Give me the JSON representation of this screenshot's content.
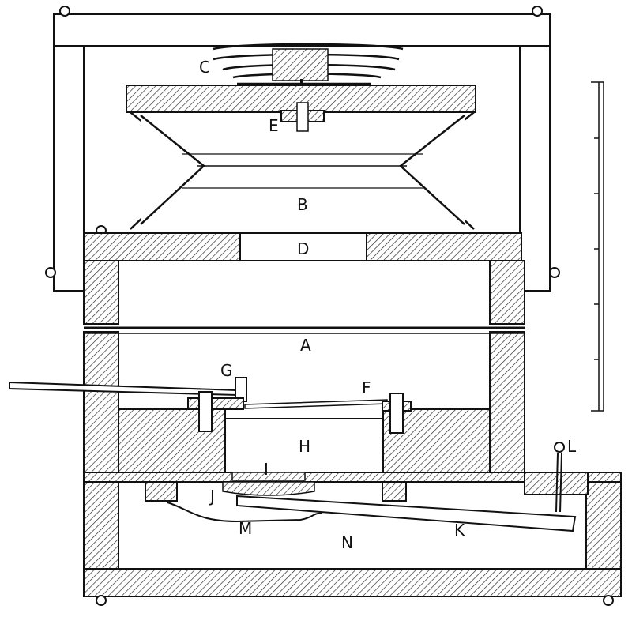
{
  "labels": {
    "C": "C",
    "E": "E",
    "B": "B",
    "D": "D",
    "A": "A",
    "G": "G",
    "F": "F",
    "H": "H",
    "I": "I",
    "J": "J",
    "M": "M",
    "N": "N",
    "K": "K",
    "L": "L"
  },
  "colors": {
    "ink": "#111111",
    "paper": "#ffffff"
  }
}
